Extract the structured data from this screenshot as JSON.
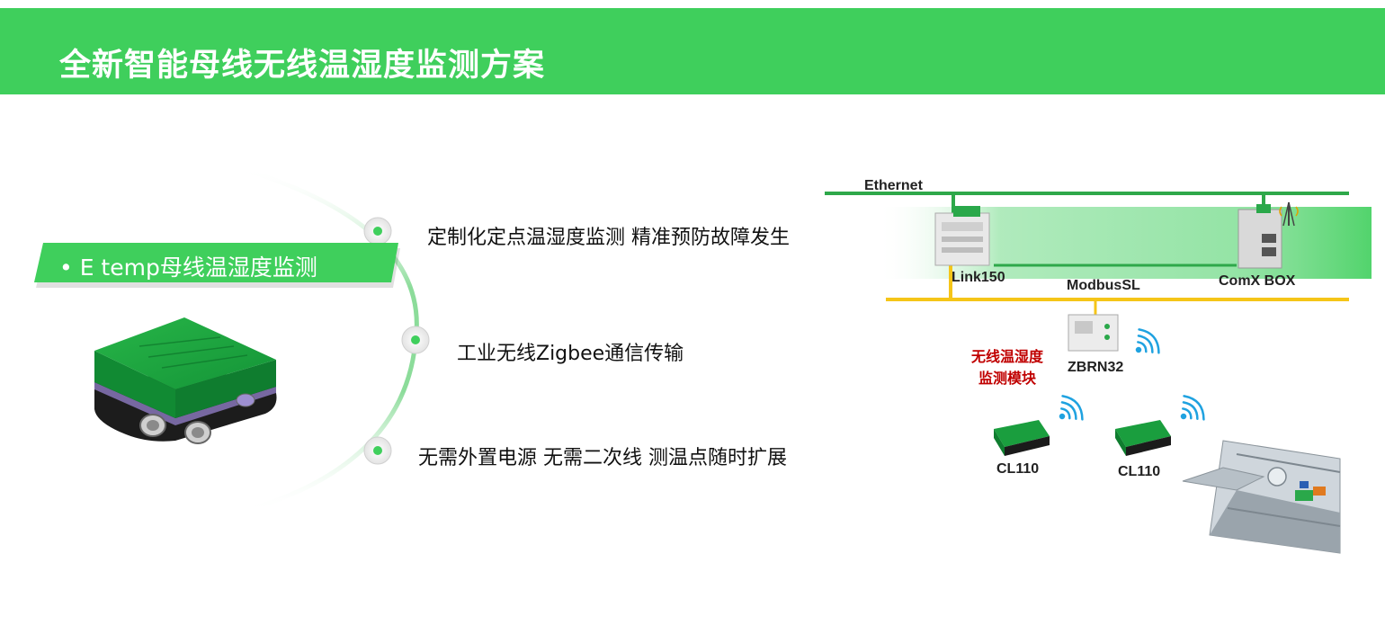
{
  "header": {
    "title": "全新智能母线无线温湿度监测方案"
  },
  "product": {
    "label": "• E temp母线温湿度监测"
  },
  "features": [
    "定制化定点温湿度监测 精准预防故障发生",
    "工业无线Zigbee通信传输",
    "无需外置电源 无需二次线 测温点随时扩展"
  ],
  "network": {
    "ethernet": "Ethernet",
    "link150": "Link150",
    "comx": "ComX BOX",
    "modbus": "ModbusSL",
    "zbrn32": "ZBRN32",
    "module_line1": "无线温湿度",
    "module_line2": "监测模块",
    "cl110_a": "CL110",
    "cl110_b": "CL110"
  },
  "colors": {
    "brand_green": "#3fcf5c",
    "ethernet_line": "#2ea84a",
    "modbus_line": "#f5c518",
    "wifi_blue": "#1fa2e0",
    "module_red": "#c00000"
  }
}
